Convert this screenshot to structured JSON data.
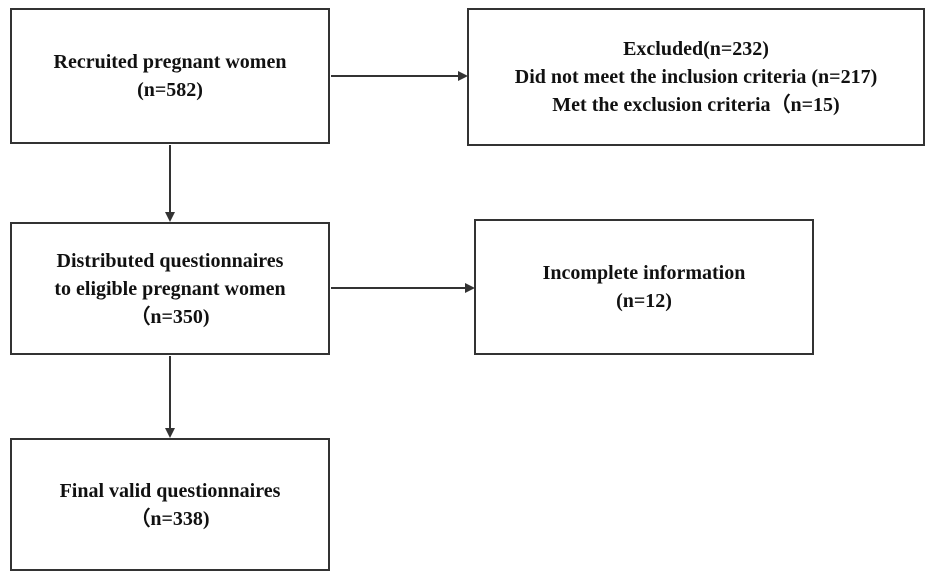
{
  "flowchart": {
    "recruited": {
      "lines": [
        "Recruited pregnant women",
        "(n=582)"
      ]
    },
    "excluded": {
      "lines": [
        "Excluded(n=232)",
        "Did not meet the inclusion criteria (n=217)",
        "Met the exclusion criteria（n=15)"
      ]
    },
    "distributed": {
      "lines": [
        "Distributed questionnaires",
        "to eligible pregnant women",
        "（n=350)"
      ]
    },
    "incomplete": {
      "lines": [
        "Incomplete information",
        "(n=12)"
      ]
    },
    "final": {
      "lines": [
        "Final valid questionnaires",
        "（n=338)"
      ]
    },
    "colors": {
      "border": "#333333",
      "arrow": "#333333",
      "text": "#111111",
      "background": "#ffffff"
    }
  }
}
